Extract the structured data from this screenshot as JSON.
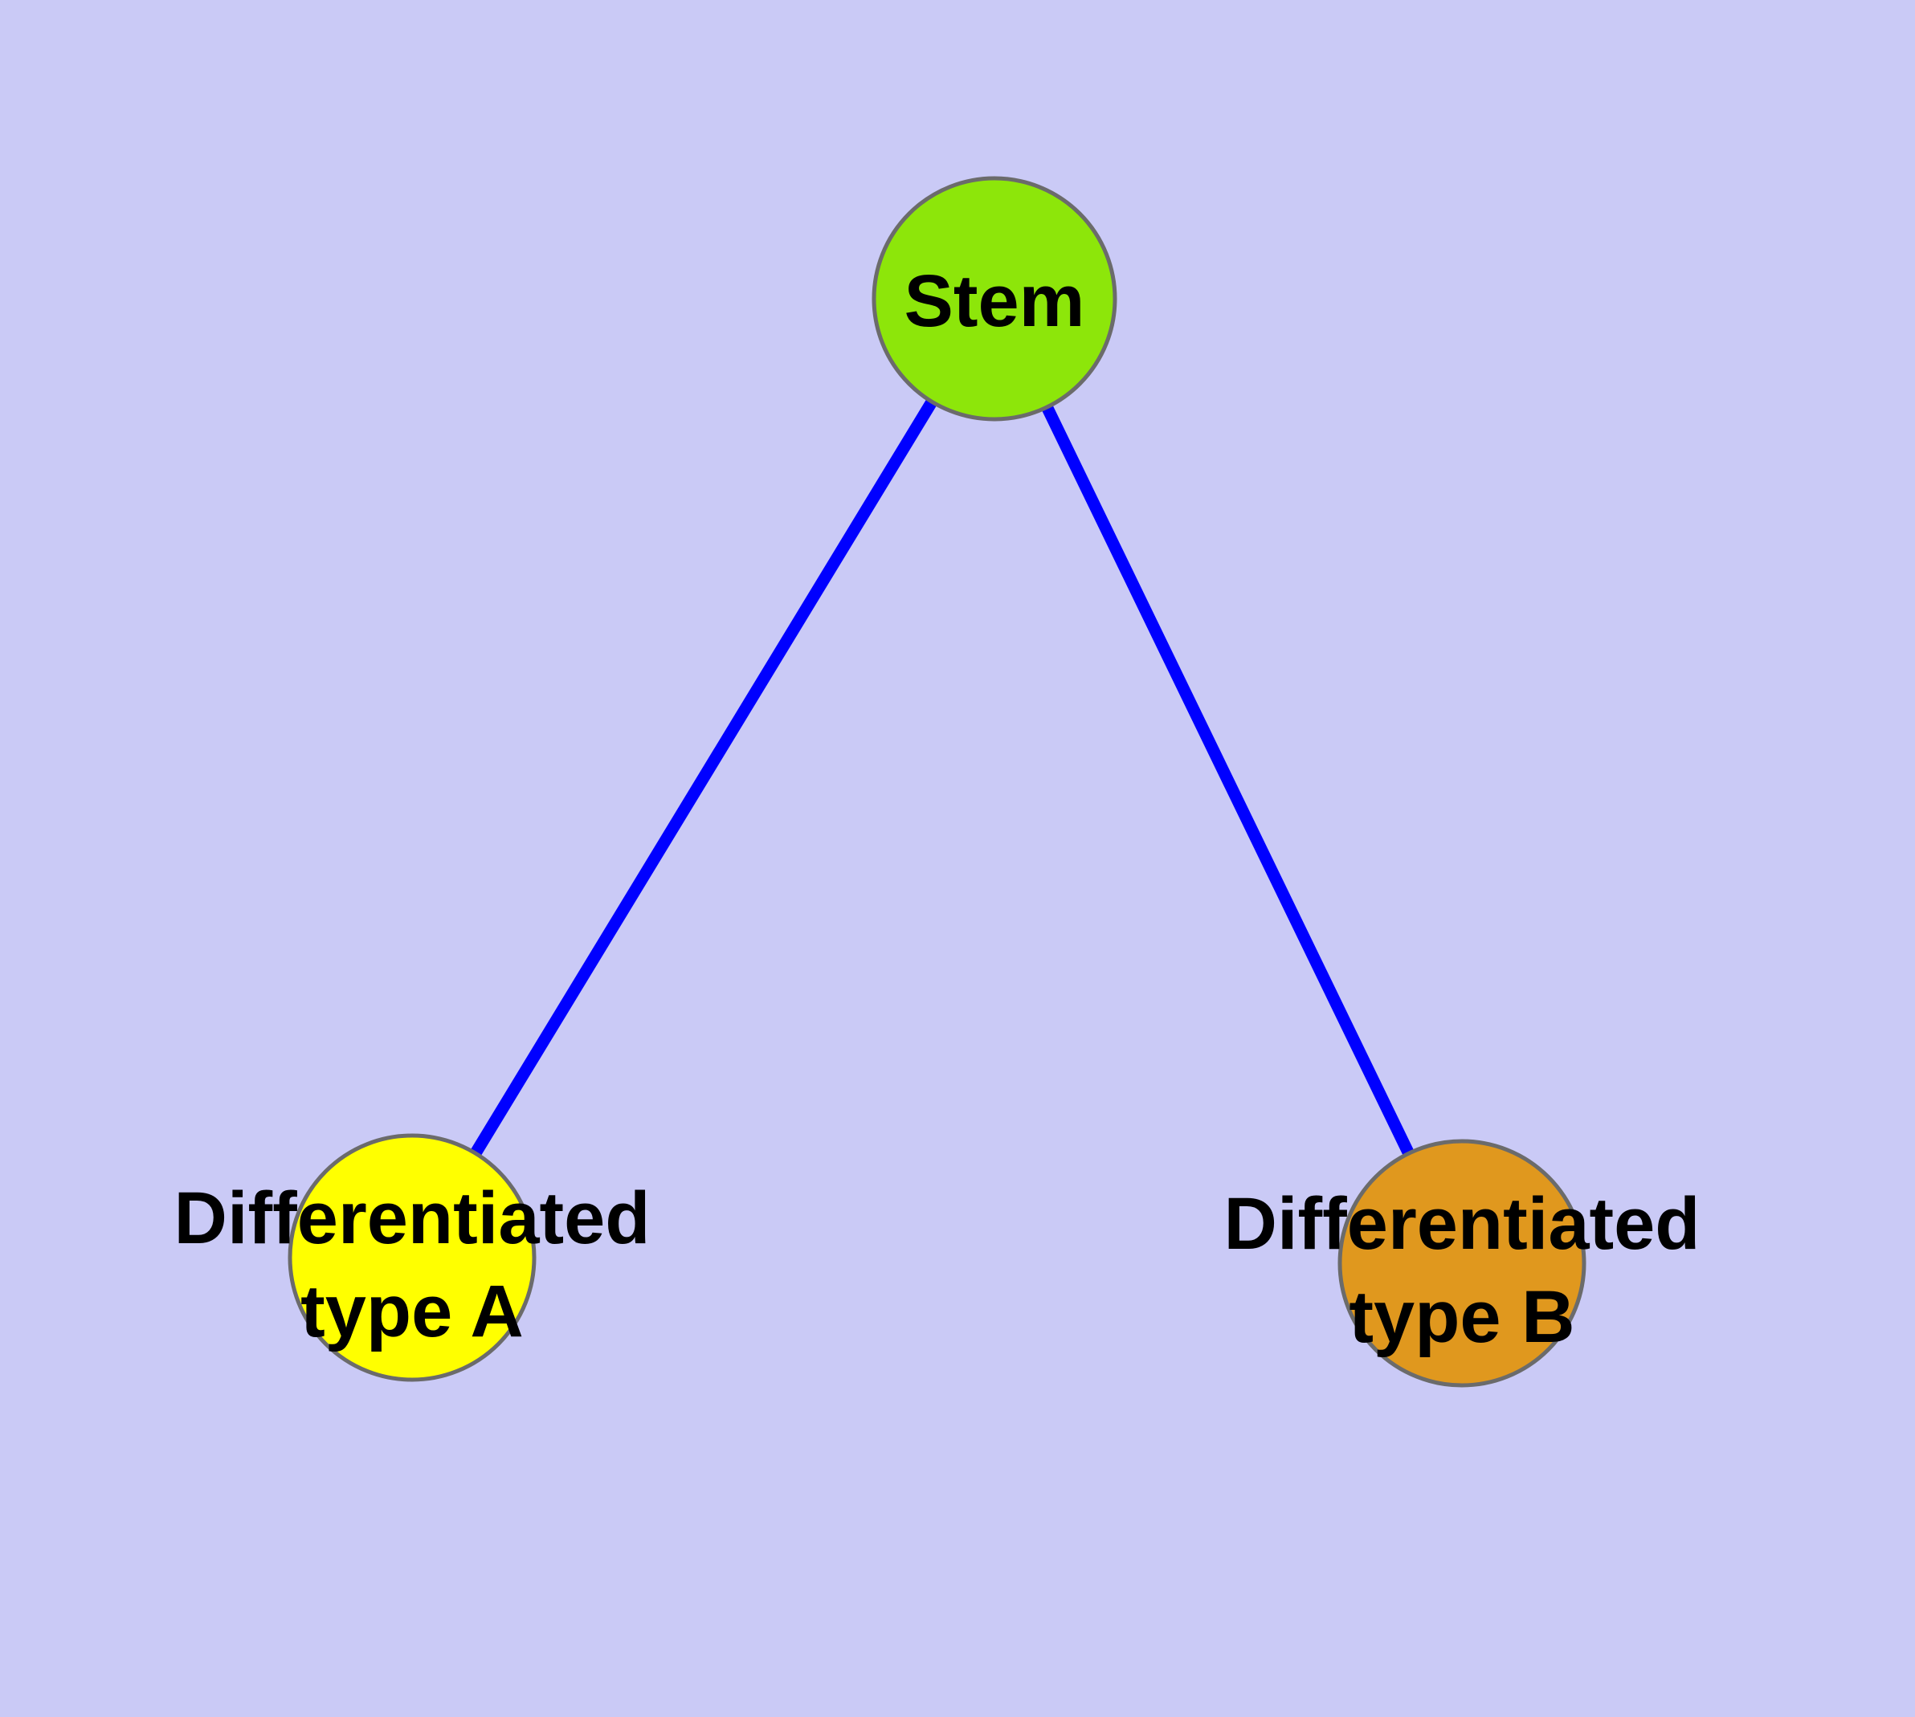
{
  "figure": {
    "background_color": "#cacaf6",
    "text_color": "#000000",
    "node_border_color": "#6b6b6b",
    "edge_color": "#0000ff",
    "nodes": {
      "stem": {
        "label": "Stem",
        "fill": "#8de60a"
      },
      "type_a": {
        "label_line1": "Differentiated",
        "label_line2": "type A",
        "fill": "#ffff00"
      },
      "type_b": {
        "label_line1": "Differentiated",
        "label_line2": "type B",
        "fill": "#e0981e"
      }
    },
    "edges": [
      {
        "from": "stem",
        "to": "type_a"
      },
      {
        "from": "stem",
        "to": "type_b"
      }
    ]
  }
}
